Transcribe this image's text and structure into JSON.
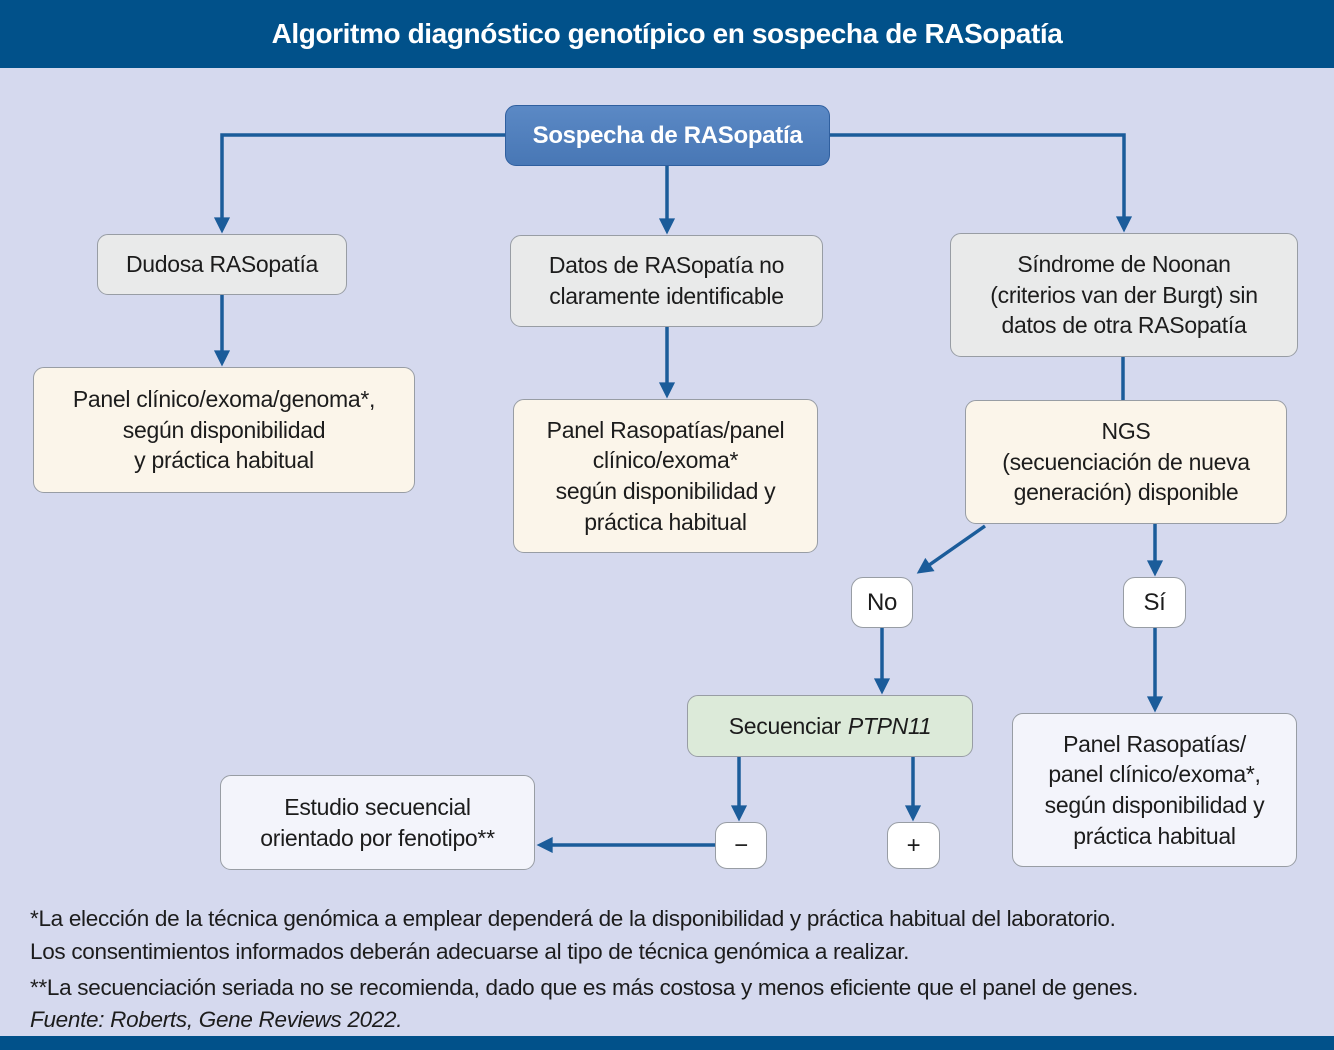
{
  "header": {
    "title": "Algoritmo diagnóstico genotípico en sospecha de RASopatía"
  },
  "flowchart": {
    "nodes": {
      "sospecha": {
        "label": "Sospecha de RASopatía"
      },
      "dudosa": {
        "label": "Dudosa RASopatía"
      },
      "datos": {
        "label": "Datos de RASopatía no\nclaramente identificable"
      },
      "noonan": {
        "label": "Síndrome de Noonan\n(criterios van der Burgt) sin\ndatos de otra RASopatía"
      },
      "panel_izq": {
        "label": "Panel clínico/exoma/genoma*,\nsegún disponibilidad\ny práctica habitual"
      },
      "panel_centro": {
        "label": "Panel Rasopatías/panel\nclínico/exoma*\nsegún disponibilidad y\npráctica habitual"
      },
      "ngs": {
        "label": "NGS\n(secuenciación de nueva\ngeneración) disponible"
      },
      "no": {
        "label": "No"
      },
      "si": {
        "label": "Sí"
      },
      "secuenciar": {
        "prefix": "Secuenciar",
        "gene": "PTPN11"
      },
      "panel_der": {
        "label": "Panel Rasopatías/\npanel clínico/exoma*,\nsegún disponibilidad y\npráctica habitual"
      },
      "estudio": {
        "label": "Estudio secuencial\norientado por fenotipo**"
      },
      "negativo": {
        "label": "−"
      },
      "positivo": {
        "label": "+"
      }
    }
  },
  "footnotes": {
    "note1": "*La elección de la técnica genómica a emplear dependerá de la disponibilidad y práctica habitual del laboratorio.\nLos consentimientos informados deberán adecuarse al tipo de técnica genómica a realizar.",
    "note2": "**La secuenciación seriada no se recomienda, dado que es más costosa y menos eficiente que el panel de genes.",
    "source": "Fuente: Roberts, Gene Reviews 2022."
  },
  "colors": {
    "header_bar": "#01518a",
    "background": "#d5d9ee",
    "node_blue_top": "#5b89c5",
    "node_blue_bottom": "#4877b5",
    "node_blue_border": "#2f5f9f",
    "node_gray": "#e9eaea",
    "node_cream": "#fbf5ea",
    "node_green": "#dcead9",
    "node_lavender": "#f3f4fb",
    "node_white": "#ffffff",
    "node_border": "#989da4",
    "connector": "#1b5c9a",
    "text_dark": "#1c1c1c",
    "title_text": "#ffffff"
  }
}
